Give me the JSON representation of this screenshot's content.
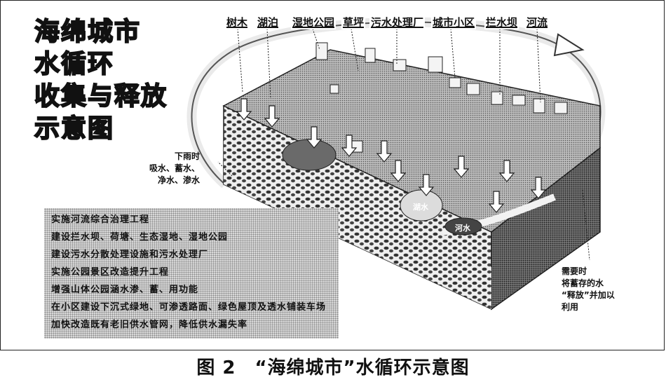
{
  "diagram": {
    "title_lines": [
      "海绵城市",
      "水循环",
      "收集与释放",
      "示意图"
    ],
    "top_labels": [
      "树木",
      "湖泊",
      "湿地公园",
      "草坪",
      "污水处理厂",
      "城市小区",
      "拦水坝",
      "河流"
    ],
    "left_note": [
      "下雨时",
      "吸水、蓄水、",
      "净水、渗水"
    ],
    "right_note": [
      "需要时",
      "将蓄存的水",
      "“释放”并加以",
      "利用"
    ],
    "measures": [
      "实施河流综合治理工程",
      "建设拦水坝、荷塘、生态湿地、湿地公园",
      "建设污水分散处理设施和污水处理厂",
      "实施公园景区改造提升工程",
      "增强山体公园涵水渗、蓄、用功能",
      "在小区建设下沉式绿地、可渗透路面、绿色屋顶及透水铺装车场",
      "加快改造既有老旧供水管网，降低供水漏失率"
    ],
    "inner_labels": [
      "湖水",
      "河水"
    ]
  },
  "caption": "图 2　“海绵城市”水循环示意图"
}
